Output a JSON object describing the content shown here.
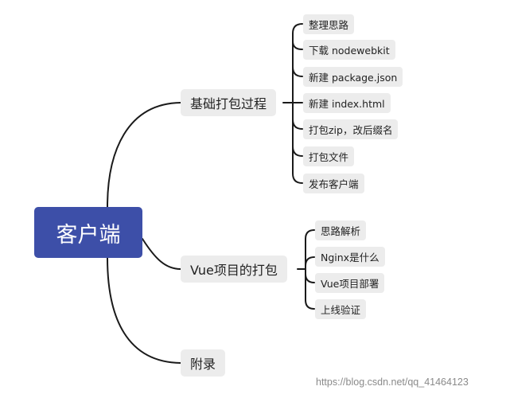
{
  "root": {
    "label": "客户端"
  },
  "branches": [
    {
      "label": "基础打包过程",
      "children": [
        "整理思路",
        "下载 nodewebkit",
        "新建 package.json",
        "新建 index.html",
        "打包zip，改后缀名",
        "打包文件",
        "发布客户端"
      ]
    },
    {
      "label": "Vue项目的打包",
      "children": [
        "思路解析",
        "Nginx是什么",
        "Vue项目部署",
        "上线验证"
      ]
    },
    {
      "label": "附录",
      "children": []
    }
  ],
  "watermark": "https://blog.csdn.net/qq_41464123",
  "colors": {
    "root_fill": "#3d4fa8",
    "node_fill": "#ececec",
    "connector": "#1a1a1a"
  }
}
